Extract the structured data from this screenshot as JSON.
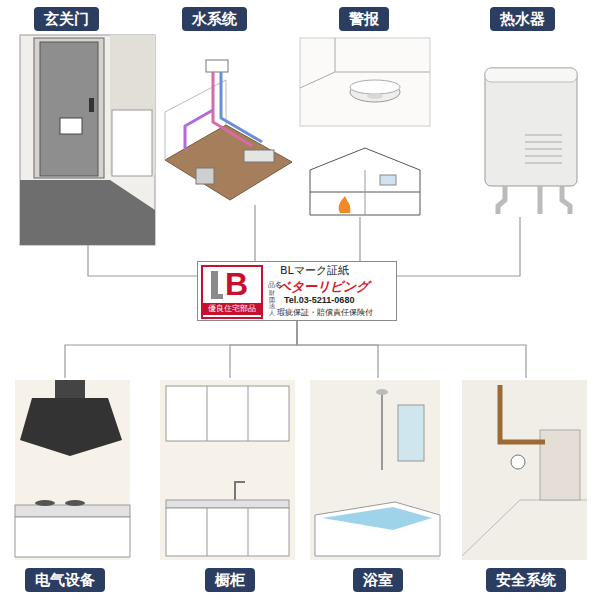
{
  "diagram": {
    "nodes": [
      {
        "text": [
          "玄关门"
        ]
      },
      {
        "text": [
          "水系统"
        ]
      },
      {
        "text": [
          "警报"
        ]
      },
      {
        "text": [
          "热水器"
        ]
      },
      {
        "text": [
          "BLマーク証紙",
          "品名",
          "財団法人",
          "ベターリビング",
          "Tel.03-5211-0680",
          "瑕疵保証・賠償責任保険付"
        ]
      },
      {
        "text": [
          "B",
          "優良住宅部品"
        ],
        "in": 4
      },
      {
        "text": [
          "电气设备"
        ]
      },
      {
        "text": [
          "橱柜"
        ]
      },
      {
        "text": [
          "浴室"
        ]
      },
      {
        "text": [
          "安全系统"
        ]
      }
    ],
    "edges": [
      {
        "from": 4,
        "to": 0,
        "arrow": "none"
      },
      {
        "from": 4,
        "to": 1,
        "arrow": "none"
      },
      {
        "from": 4,
        "to": 2,
        "arrow": "none"
      },
      {
        "from": 4,
        "to": 3,
        "arrow": "none"
      },
      {
        "from": 4,
        "to": 6,
        "arrow": "none"
      },
      {
        "from": 4,
        "to": 7,
        "arrow": "none"
      },
      {
        "from": 4,
        "to": 8,
        "arrow": "none"
      },
      {
        "from": 4,
        "to": 9,
        "arrow": "none"
      }
    ]
  }
}
